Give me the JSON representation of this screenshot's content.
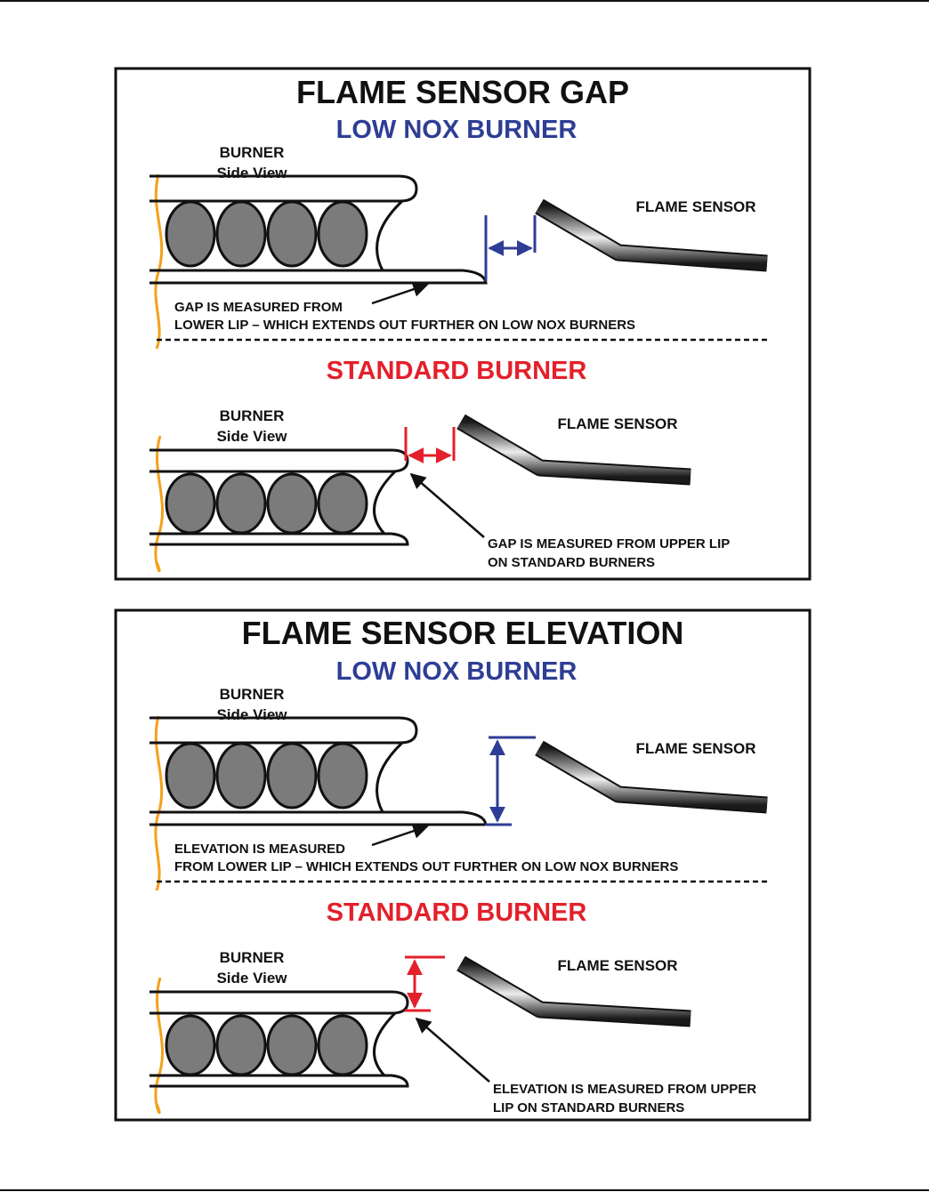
{
  "colors": {
    "low_nox": "#2e3d95",
    "standard": "#e3202b",
    "burner_edge": "#f5a01a",
    "port_fill": "#7b7b7b"
  },
  "gap_panel": {
    "title": "FLAME SENSOR GAP",
    "low_nox": {
      "heading": "LOW NOX BURNER",
      "burner_label_1": "BURNER",
      "burner_label_2": "Side View",
      "sensor_label": "FLAME SENSOR",
      "note_line_1": "GAP IS MEASURED FROM",
      "note_line_2": "LOWER LIP – WHICH EXTENDS OUT FURTHER ON LOW NOX BURNERS"
    },
    "standard": {
      "heading": "STANDARD BURNER",
      "burner_label_1": "BURNER",
      "burner_label_2": "Side View",
      "sensor_label": "FLAME SENSOR",
      "note_line_1": "GAP IS MEASURED FROM UPPER LIP",
      "note_line_2": "ON STANDARD BURNERS"
    }
  },
  "elevation_panel": {
    "title": "FLAME SENSOR ELEVATION",
    "low_nox": {
      "heading": "LOW NOX BURNER",
      "burner_label_1": "BURNER",
      "burner_label_2": "Side View",
      "sensor_label": "FLAME SENSOR",
      "note_line_1": "ELEVATION IS MEASURED",
      "note_line_2": "FROM LOWER LIP – WHICH EXTENDS OUT FURTHER ON LOW NOX BURNERS"
    },
    "standard": {
      "heading": "STANDARD BURNER",
      "burner_label_1": "BURNER",
      "burner_label_2": "Side View",
      "sensor_label": "FLAME SENSOR",
      "note_line_1": "ELEVATION IS MEASURED FROM UPPER",
      "note_line_2": "LIP ON STANDARD BURNERS"
    }
  }
}
